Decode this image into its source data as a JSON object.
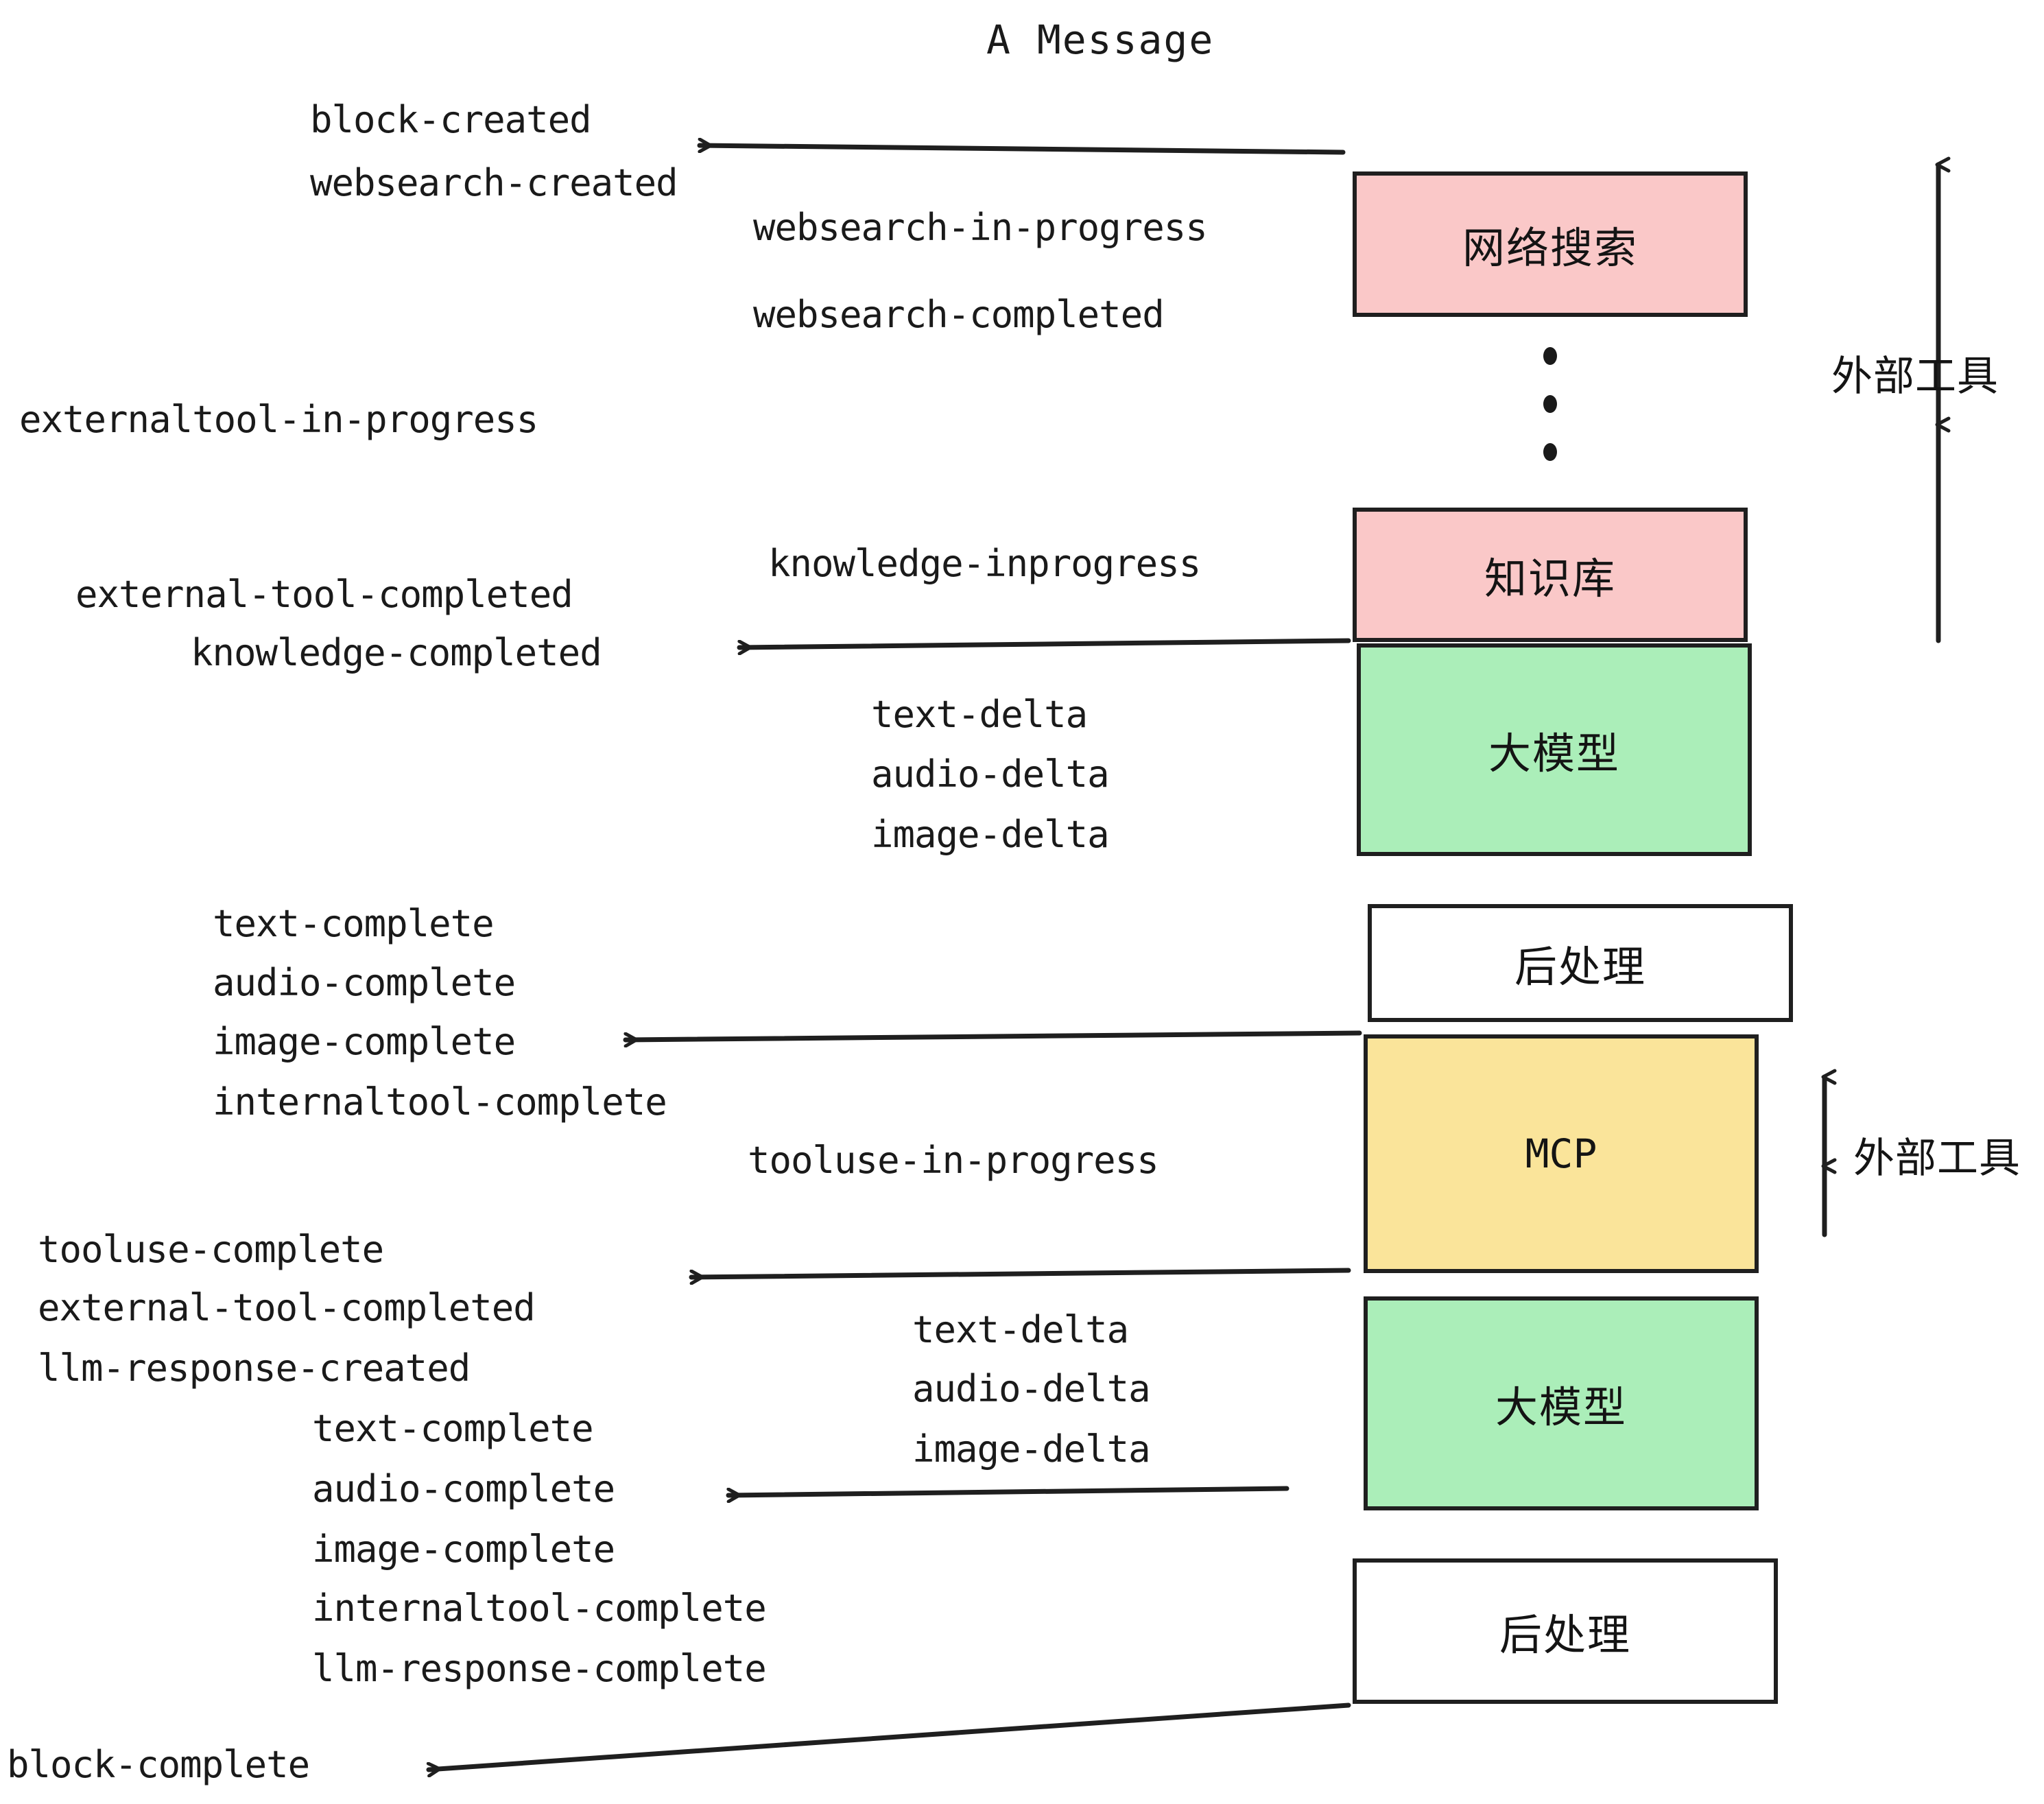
{
  "title": "A Message",
  "nodes": [
    {
      "id": "websearch",
      "label": "网络搜索",
      "color": "#fac8c8",
      "kind": "cjk"
    },
    {
      "id": "knowledge",
      "label": "知识库",
      "color": "#fac8c8",
      "kind": "cjk"
    },
    {
      "id": "llm-1",
      "label": "大模型",
      "color": "#abeeb9",
      "kind": "cjk"
    },
    {
      "id": "postprocess-1",
      "label": "后处理",
      "color": "#ffffff",
      "kind": "cjk"
    },
    {
      "id": "mcp",
      "label": "MCP",
      "color": "#fae49a",
      "kind": "latin"
    },
    {
      "id": "llm-2",
      "label": "大模型",
      "color": "#abeeb9",
      "kind": "cjk"
    },
    {
      "id": "postprocess-2",
      "label": "后处理",
      "color": "#ffffff",
      "kind": "cjk"
    }
  ],
  "side_labels": [
    {
      "id": "external-tools-top",
      "label": "外部工具"
    },
    {
      "id": "external-tools-bottom",
      "label": "外部工具"
    }
  ],
  "events": [
    {
      "id": "block-created",
      "label": "block-created"
    },
    {
      "id": "websearch-created",
      "label": "websearch-created"
    },
    {
      "id": "websearch-in-progress",
      "label": "websearch-in-progress"
    },
    {
      "id": "websearch-completed",
      "label": "websearch-completed"
    },
    {
      "id": "externaltool-in-progress",
      "label": "externaltool-in-progress"
    },
    {
      "id": "knowledge-inprogress",
      "label": "knowledge-inprogress"
    },
    {
      "id": "external-tool-completed-1",
      "label": "external-tool-completed"
    },
    {
      "id": "knowledge-completed",
      "label": "knowledge-completed"
    },
    {
      "id": "text-delta-1",
      "label": "text-delta"
    },
    {
      "id": "audio-delta-1",
      "label": "audio-delta"
    },
    {
      "id": "image-delta-1",
      "label": "image-delta"
    },
    {
      "id": "text-complete-1",
      "label": "text-complete"
    },
    {
      "id": "audio-complete-1",
      "label": "audio-complete"
    },
    {
      "id": "image-complete-1",
      "label": "image-complete"
    },
    {
      "id": "internaltool-complete-1",
      "label": "internaltool-complete"
    },
    {
      "id": "tooluse-in-progress",
      "label": "tooluse-in-progress"
    },
    {
      "id": "tooluse-complete",
      "label": "tooluse-complete"
    },
    {
      "id": "external-tool-completed-2",
      "label": "external-tool-completed"
    },
    {
      "id": "llm-response-created",
      "label": "llm-response-created"
    },
    {
      "id": "text-delta-2",
      "label": "text-delta"
    },
    {
      "id": "audio-delta-2",
      "label": "audio-delta"
    },
    {
      "id": "image-delta-2",
      "label": "image-delta"
    },
    {
      "id": "text-complete-2",
      "label": "text-complete"
    },
    {
      "id": "audio-complete-2",
      "label": "audio-complete"
    },
    {
      "id": "image-complete-2",
      "label": "image-complete"
    },
    {
      "id": "internaltool-complete-2",
      "label": "internaltool-complete"
    },
    {
      "id": "llm-response-complete",
      "label": "llm-response-complete"
    },
    {
      "id": "block-complete",
      "label": "block-complete"
    }
  ],
  "colors": {
    "pink": "#fac8c8",
    "green": "#abeeb9",
    "yellow": "#fae49a",
    "white": "#ffffff",
    "stroke": "#1f1f1f",
    "text": "#1a1a1a"
  }
}
